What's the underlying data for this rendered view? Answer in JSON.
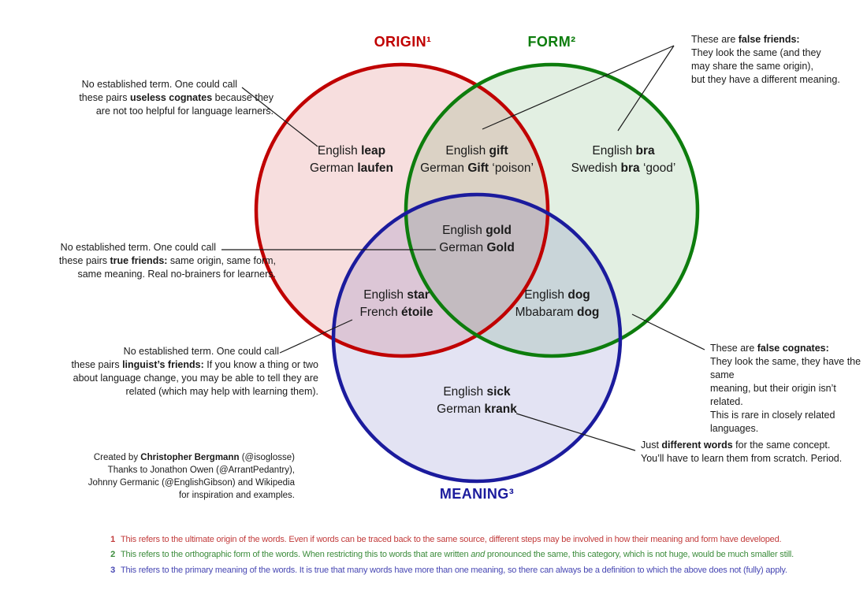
{
  "colors": {
    "origin": "#c00000",
    "form": "#0d7d0d",
    "meaning": "#1b1b9d",
    "text": "#1a1a1a",
    "footnote1": "#c23b3b",
    "footnote2": "#3c8c3c",
    "footnote3": "#4747b3"
  },
  "titles": {
    "origin": "ORIGIN¹",
    "form": "FORM²",
    "meaning": "MEANING³"
  },
  "labels": {
    "leap": {
      "lines": [
        [
          {
            "t": "English "
          },
          {
            "t": "leap",
            "b": true
          }
        ],
        [
          {
            "t": "German "
          },
          {
            "t": "laufen",
            "b": true
          }
        ]
      ]
    },
    "gift": {
      "lines": [
        [
          {
            "t": "English "
          },
          {
            "t": "gift",
            "b": true
          }
        ],
        [
          {
            "t": "German "
          },
          {
            "t": "Gift",
            "b": true
          },
          {
            "t": " ‘poison’"
          }
        ]
      ]
    },
    "bra": {
      "lines": [
        [
          {
            "t": "English "
          },
          {
            "t": "bra",
            "b": true
          }
        ],
        [
          {
            "t": "Swedish "
          },
          {
            "t": "bra",
            "b": true
          },
          {
            "t": " ‘good’"
          }
        ]
      ]
    },
    "gold": {
      "lines": [
        [
          {
            "t": "English "
          },
          {
            "t": "gold",
            "b": true
          }
        ],
        [
          {
            "t": "German "
          },
          {
            "t": "Gold",
            "b": true
          }
        ]
      ]
    },
    "star": {
      "lines": [
        [
          {
            "t": "English "
          },
          {
            "t": "star",
            "b": true
          }
        ],
        [
          {
            "t": "French "
          },
          {
            "t": "étoile",
            "b": true
          }
        ]
      ]
    },
    "dog": {
      "lines": [
        [
          {
            "t": "English "
          },
          {
            "t": "dog",
            "b": true
          }
        ],
        [
          {
            "t": "Mbabaram "
          },
          {
            "t": "dog",
            "b": true
          }
        ]
      ]
    },
    "sick": {
      "lines": [
        [
          {
            "t": "English "
          },
          {
            "t": "sick",
            "b": true
          }
        ],
        [
          {
            "t": "German "
          },
          {
            "t": "krank",
            "b": true
          }
        ]
      ]
    }
  },
  "annotations": {
    "useless_cognates": {
      "lines": [
        [
          {
            "t": "No established term. One could call"
          }
        ],
        [
          {
            "t": "these pairs "
          },
          {
            "t": "useless cognates",
            "b": true
          },
          {
            "t": " because they"
          }
        ],
        [
          {
            "t": "are not too helpful for language learners."
          }
        ]
      ]
    },
    "false_friends": {
      "lines": [
        [
          {
            "t": "These are "
          },
          {
            "t": "false friends:",
            "b": true
          }
        ],
        [
          {
            "t": "They look the same (and they"
          }
        ],
        [
          {
            "t": "may share the same origin),"
          }
        ],
        [
          {
            "t": "but they have a different meaning."
          }
        ]
      ]
    },
    "true_friends": {
      "lines": [
        [
          {
            "t": "No established term. One could call"
          }
        ],
        [
          {
            "t": "these pairs "
          },
          {
            "t": "true friends:",
            "b": true
          },
          {
            "t": " same origin, same form,"
          }
        ],
        [
          {
            "t": "same meaning. Real no-brainers for learners."
          }
        ]
      ]
    },
    "linguists_friends": {
      "lines": [
        [
          {
            "t": "No established term. One could call"
          }
        ],
        [
          {
            "t": "these pairs "
          },
          {
            "t": "linguist’s friends:",
            "b": true
          },
          {
            "t": " If you know a thing or two"
          }
        ],
        [
          {
            "t": "about language change, you may be able to tell they are"
          }
        ],
        [
          {
            "t": "related (which may help with learning them)."
          }
        ]
      ]
    },
    "false_cognates": {
      "lines": [
        [
          {
            "t": "These are "
          },
          {
            "t": "false cognates:",
            "b": true
          }
        ],
        [
          {
            "t": "They look the same, they have the same"
          }
        ],
        [
          {
            "t": "meaning, but their origin isn’t related."
          }
        ],
        [
          {
            "t": "This is rare in closely related languages."
          }
        ]
      ]
    },
    "different_words": {
      "lines": [
        [
          {
            "t": "Just "
          },
          {
            "t": "different words",
            "b": true
          },
          {
            "t": " for the same concept."
          }
        ],
        [
          {
            "t": "You’ll have to learn them from scratch. Period."
          }
        ]
      ]
    },
    "credits": {
      "lines": [
        [
          {
            "t": "Created by "
          },
          {
            "t": "Christopher Bergmann",
            "b": true
          },
          {
            "t": " (@isoglosse)"
          }
        ],
        [
          {
            "t": "Thanks to Jonathon Owen (@ArrantPedantry),"
          }
        ],
        [
          {
            "t": "Johnny Germanic (@EnglishGibson) and Wikipedia"
          }
        ],
        [
          {
            "t": "for inspiration and examples."
          }
        ]
      ]
    }
  },
  "footnotes": [
    {
      "num": "1",
      "color": "#c23b3b",
      "parts": [
        {
          "t": "This refers to the ultimate origin of the words. Even if words can be traced back to the same source, different steps may be involved in how their meaning and form have developed."
        }
      ]
    },
    {
      "num": "2",
      "color": "#3c8c3c",
      "parts": [
        {
          "t": "This refers to the orthographic form of the words. When restricting this to words that are written "
        },
        {
          "t": "and",
          "i": true
        },
        {
          "t": " pronounced the same, this category, which is not huge, would be much smaller still."
        }
      ]
    },
    {
      "num": "3",
      "color": "#4747b3",
      "parts": [
        {
          "t": "This refers to the primary meaning of the words. It is true that many words have more than one meaning, so there can always be a definition to which the above does not (fully) apply."
        }
      ]
    }
  ]
}
